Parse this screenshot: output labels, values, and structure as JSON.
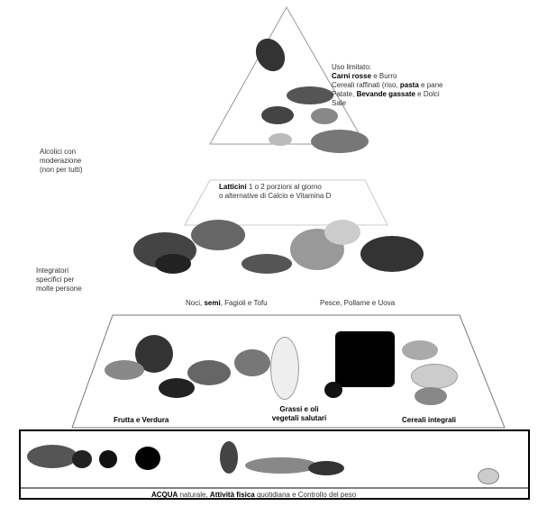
{
  "top_tier": {
    "line1": "Uso limitato:",
    "line2_bold": "Carni rosse",
    "line2_rest": " e Burro",
    "line3_a": "Cereali raffinati (riso, ",
    "line3_bold": "pasta",
    "line3_b": " e pane",
    "line4_a": "Patate, ",
    "line4_bold": "Bevande gassate",
    "line4_b": " e Dolci",
    "line5": "Sale"
  },
  "left_note_1": [
    "Alcolici con",
    "moderazione",
    "(non per tutti)"
  ],
  "left_note_2": [
    "Integratori",
    "specifici per",
    "molte persone"
  ],
  "dairy_tier": {
    "bold": "Latticini",
    "rest": " 1 o 2 porzioni al giorno",
    "line2": "o alternative di Calcio e Vitamina D"
  },
  "protein_tier": {
    "left_a": "Noci, ",
    "left_bold": "semi",
    "left_b": ", Fagioli e Tofu",
    "right": "Pesce, Pollame e Uova"
  },
  "plant_tier": {
    "fruit_veg": "Frutta e Verdura",
    "fats_line1": "Grassi e oli",
    "fats_line2": "vegetali salutari",
    "grains": "Cereali integrali"
  },
  "base_tier": {
    "water": "ACQUA",
    "water_rest": " naturale, ",
    "activity": "Attività fisica",
    "activity_rest": " quotidiana e Controllo del peso"
  }
}
